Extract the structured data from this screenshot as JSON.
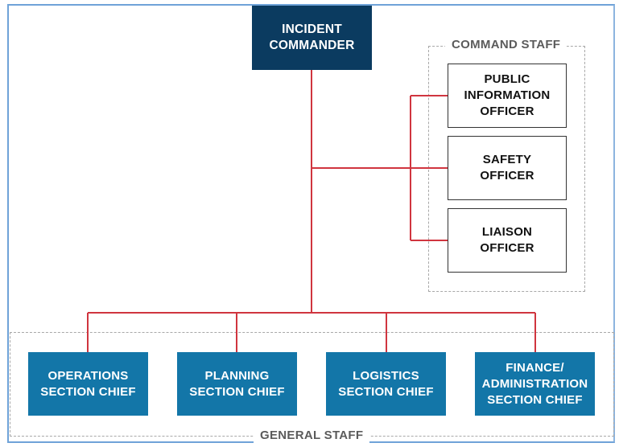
{
  "diagram": {
    "type": "org-chart",
    "colors": {
      "commander_fill": "#0b3b60",
      "section_fill": "#1376a8",
      "connector": "#d0353f",
      "frame": "#6fa3d8",
      "group_border": "#a8a8a8",
      "group_label": "#5b5b5b"
    },
    "commander": {
      "label": "INCIDENT\nCOMMANDER"
    },
    "command_staff": {
      "label": "COMMAND STAFF",
      "members": [
        {
          "label": "PUBLIC\nINFORMATION\nOFFICER"
        },
        {
          "label": "SAFETY\nOFFICER"
        },
        {
          "label": "LIAISON\nOFFICER"
        }
      ]
    },
    "general_staff": {
      "label": "GENERAL STAFF",
      "members": [
        {
          "label": "OPERATIONS\nSECTION CHIEF"
        },
        {
          "label": "PLANNING\nSECTION CHIEF"
        },
        {
          "label": "LOGISTICS\nSECTION CHIEF"
        },
        {
          "label": "FINANCE/\nADMINISTRATION\nSECTION CHIEF"
        }
      ]
    }
  }
}
